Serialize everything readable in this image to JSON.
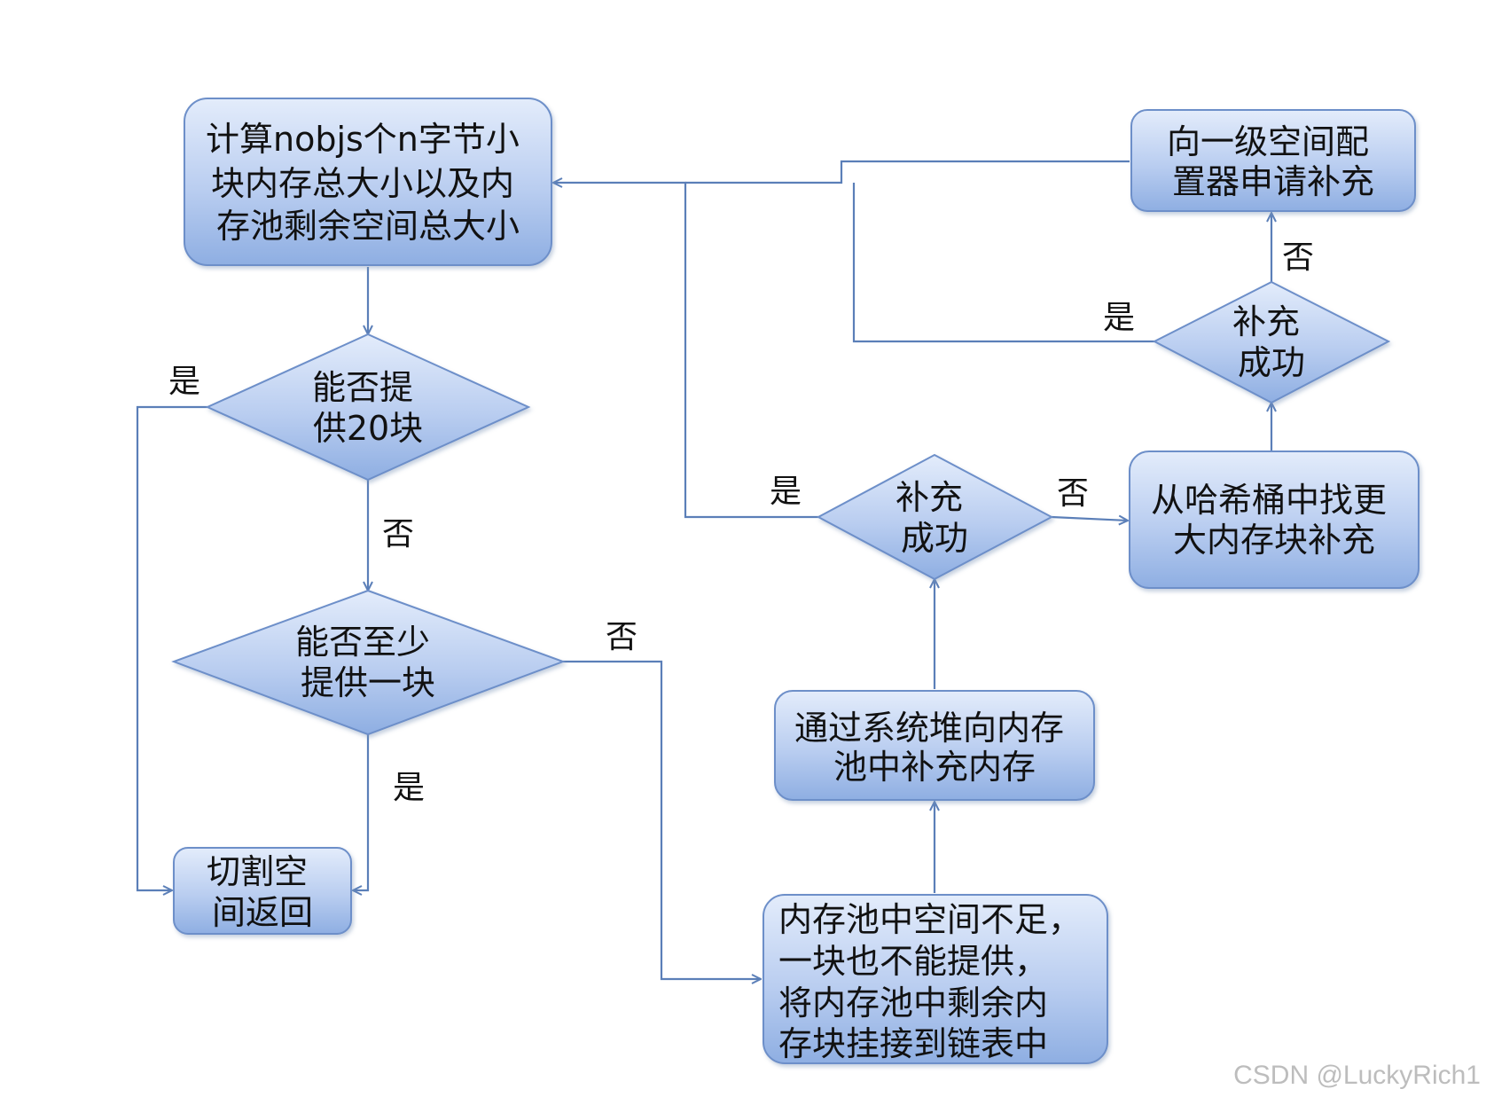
{
  "nodes": {
    "calc": {
      "lines": [
        "计算nobjs个n字节小",
        "块内存总大小以及内",
        "存池剩余空间总大小"
      ]
    },
    "can20": {
      "lines": [
        "能否提",
        "供20块"
      ]
    },
    "canOne": {
      "lines": [
        "能否至少",
        "提供一块"
      ]
    },
    "cut": {
      "lines": [
        "切割空",
        "间返回"
      ]
    },
    "shortage": {
      "lines": [
        "内存池中空间不足，",
        "一块也不能提供，",
        "将内存池中剩余内",
        "存块挂接到链表中"
      ]
    },
    "heapFill": {
      "lines": [
        "通过系统堆向内存",
        "池中补充内存"
      ]
    },
    "success1": {
      "lines": [
        "补充",
        "成功"
      ]
    },
    "hashFind": {
      "lines": [
        "从哈希桶中找更",
        "大内存块补充"
      ]
    },
    "success2": {
      "lines": [
        "补充",
        "成功"
      ]
    },
    "firstLevel": {
      "lines": [
        "向一级空间配",
        "置器申请补充"
      ]
    }
  },
  "edge_labels": {
    "can20_yes": "是",
    "can20_no": "否",
    "canOne_no": "否",
    "canOne_yes": "是",
    "success1_yes": "是",
    "success1_no": "否",
    "success2_yes": "是",
    "success2_no": "否"
  },
  "watermark": "CSDN @LuckyRich1",
  "colors": {
    "node_fill_top": "#dde8fa",
    "node_fill_bottom": "#8fb0e4",
    "node_stroke": "#6d8fc9",
    "edge": "#5b7fb8",
    "text": "#111111"
  }
}
